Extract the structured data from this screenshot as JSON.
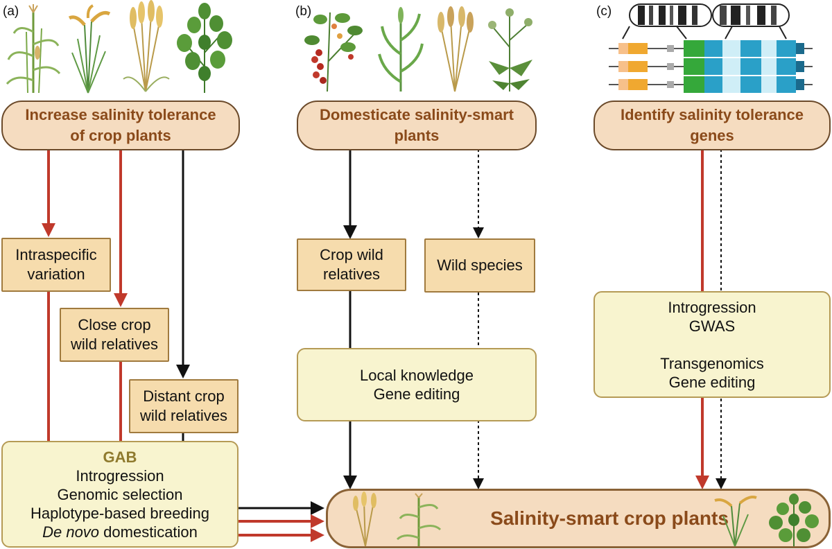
{
  "panels": {
    "a": {
      "label": "(a)",
      "header": "Increase salinity tolerance\nof crop plants",
      "intraspecific": "Intraspecific\nvariation",
      "close": "Close crop\nwild relatives",
      "distant": "Distant crop\nwild relatives",
      "gab": {
        "title": "GAB",
        "line1": "Introgression",
        "line2": "Genomic selection",
        "line3": "Haplotype-based breeding",
        "line4_italic": "De novo",
        "line4_rest": " domestication"
      }
    },
    "b": {
      "label": "(b)",
      "header": "Domesticate salinity-smart\nplants",
      "crop_wild": "Crop wild\nrelatives",
      "wild_species": "Wild species",
      "methods": "Local knowledge\nGene editing"
    },
    "c": {
      "label": "(c)",
      "header": "Identify salinity tolerance\ngenes",
      "methods": "Introgression\nGWAS\n\nTransgenomics\nGene editing"
    }
  },
  "final": {
    "title": "Salinity-smart crop plants"
  },
  "colors": {
    "red_arrow": "#c0392b",
    "black_arrow": "#111111",
    "header_fill": "#f5dcc0",
    "header_text": "#8a4a1a",
    "tan_fill": "#f6dcad",
    "cream_fill": "#f8f4cf",
    "gab_title": "#8f7a2e"
  },
  "icons": [
    "maize-plant-icon",
    "rice-plant-icon",
    "wheat-plant-icon",
    "soybean-plant-icon",
    "tomato-plant-icon",
    "grass-plant-icon",
    "quinoa-plant-icon",
    "chromosome-icon",
    "gene-model-icon"
  ]
}
